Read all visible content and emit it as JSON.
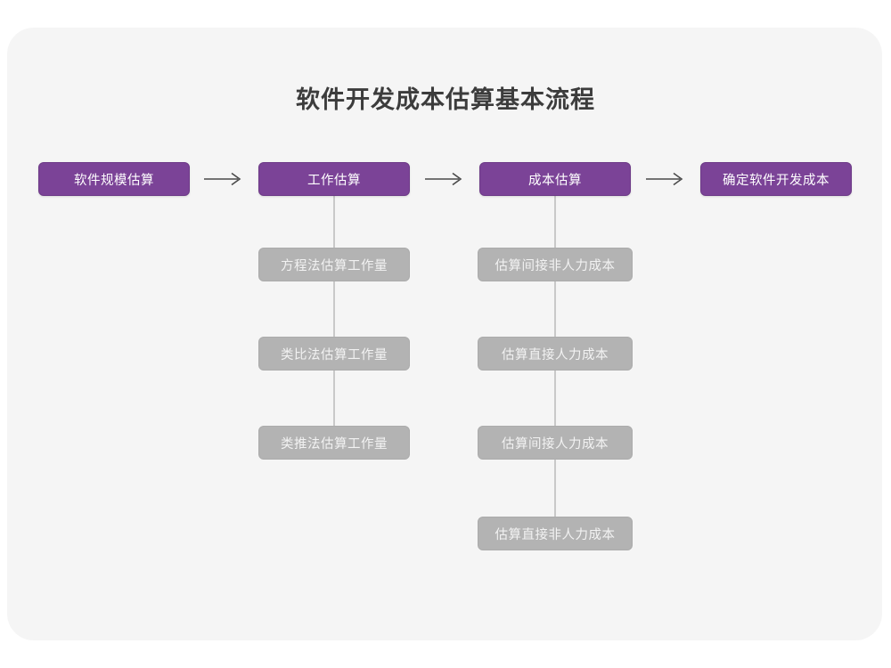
{
  "page": {
    "background_color": "#ffffff",
    "card_color": "#f5f5f5"
  },
  "diagram": {
    "title": "软件开发成本估算基本流程",
    "type": "flowchart",
    "colors": {
      "primary_node": "#7b4397",
      "primary_node_text": "#ffffff",
      "secondary_node": "#b3b3b3",
      "secondary_node_text": "#f2f2f2",
      "connector": "#c9c9c9",
      "arrow": "#4a4a4a",
      "title_text": "#3c3c3c"
    },
    "main_flow": [
      {
        "id": "step-1",
        "label": "软件规模估算"
      },
      {
        "id": "step-2",
        "label": "工作估算"
      },
      {
        "id": "step-3",
        "label": "成本估算"
      },
      {
        "id": "step-4",
        "label": "确定软件开发成本"
      }
    ],
    "arrows": [
      {
        "id": "arrow-1",
        "from": "step-1",
        "to": "step-2",
        "glyph": "→"
      },
      {
        "id": "arrow-2",
        "from": "step-2",
        "to": "step-3",
        "glyph": "→"
      },
      {
        "id": "arrow-3",
        "from": "step-3",
        "to": "step-4",
        "glyph": "→"
      }
    ],
    "branches": [
      {
        "parent": "step-2",
        "items": [
          {
            "id": "effort-1",
            "label": "方程法估算工作量"
          },
          {
            "id": "effort-2",
            "label": "类比法估算工作量"
          },
          {
            "id": "effort-3",
            "label": "类推法估算工作量"
          }
        ]
      },
      {
        "parent": "step-3",
        "items": [
          {
            "id": "cost-1",
            "label": "估算间接非人力成本"
          },
          {
            "id": "cost-2",
            "label": "估算直接人力成本"
          },
          {
            "id": "cost-3",
            "label": "估算间接人力成本"
          },
          {
            "id": "cost-4",
            "label": "估算直接非人力成本"
          }
        ]
      }
    ]
  }
}
